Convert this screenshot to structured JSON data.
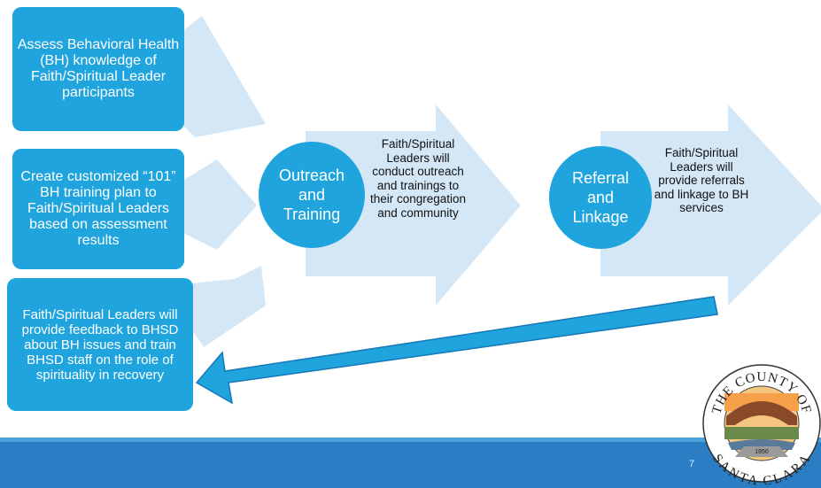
{
  "left_boxes": [
    {
      "text": "Assess Behavioral Health (BH) knowledge of Faith/Spiritual Leader participants"
    },
    {
      "text": "Create customized “101” BH training plan to Faith/Spiritual Leaders based on assessment results"
    },
    {
      "text": "Faith/Spiritual Leaders will provide feedback to BHSD about BH issues and train BHSD staff on the role of spirituality in recovery"
    }
  ],
  "stages": [
    {
      "circle_label": "Outreach and Training",
      "description": "Faith/Spiritual Leaders will conduct outreach and trainings to their congregation and community"
    },
    {
      "circle_label": "Referral and Linkage",
      "description": "Faith/Spiritual Leaders will provide referrals and linkage to BH services"
    }
  ],
  "seal": {
    "top_text": "THE COUNTY OF",
    "bottom_text": "SANTA CLARA",
    "year": "1850"
  },
  "footer": {
    "page_number": "7"
  },
  "colors": {
    "box": "#1fa4dd",
    "arrow_light": "#d4e7f6",
    "footer": "#2b7ec4",
    "feedback_arrow": "#1fa4dd"
  }
}
